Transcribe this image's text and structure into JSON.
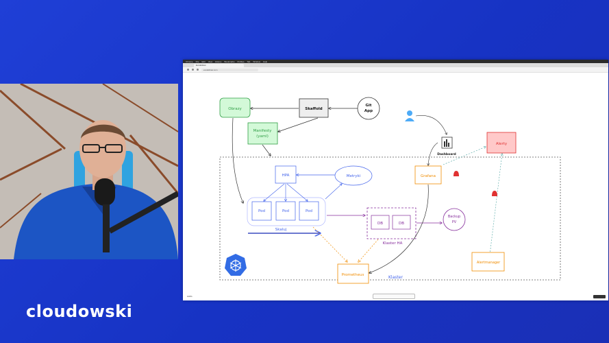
{
  "brand": {
    "name": "cloudowski"
  },
  "browser": {
    "menu_items": [
      "Chrome",
      "File",
      "Edit",
      "View",
      "History",
      "Bookmarks",
      "Profiles",
      "Tab",
      "Window",
      "Help"
    ],
    "tab_title": "Excalidraw",
    "url": "excalidraw.com",
    "zoom": "100%",
    "bottom_hint": "",
    "share_label": ""
  },
  "diagram": {
    "nodes": {
      "obrazy": "Obrazy",
      "skaffold": "Skaffold",
      "git_app": [
        "Git",
        "App"
      ],
      "manifesty": [
        "Manifesty",
        "(yaml)"
      ],
      "hpa": "HPA",
      "metryki": "Metryki",
      "pod1": "Pod",
      "pod2": "Pod",
      "pod3": "Pod",
      "db1": "DB",
      "db2": "DB",
      "backup": [
        "Backup",
        "PV"
      ],
      "grafana": "Grafana",
      "dashboard": "Dashboard",
      "alerty": "Alerty",
      "alertmanager": "Alertmanager",
      "prometheus": "Prometheus"
    },
    "labels": {
      "skaluj": "Skaluj",
      "klaster_ha": "Klaster HA",
      "klaster": "Klaster"
    },
    "colors": {
      "green": "#2f9e44",
      "green_fill": "#d3f9d8",
      "blue": "#4263eb",
      "purple": "#862e9c",
      "orange": "#f08c00",
      "red": "#e03131",
      "red_fill": "#ffc9c9",
      "k8s_blue": "#326ce5"
    }
  }
}
